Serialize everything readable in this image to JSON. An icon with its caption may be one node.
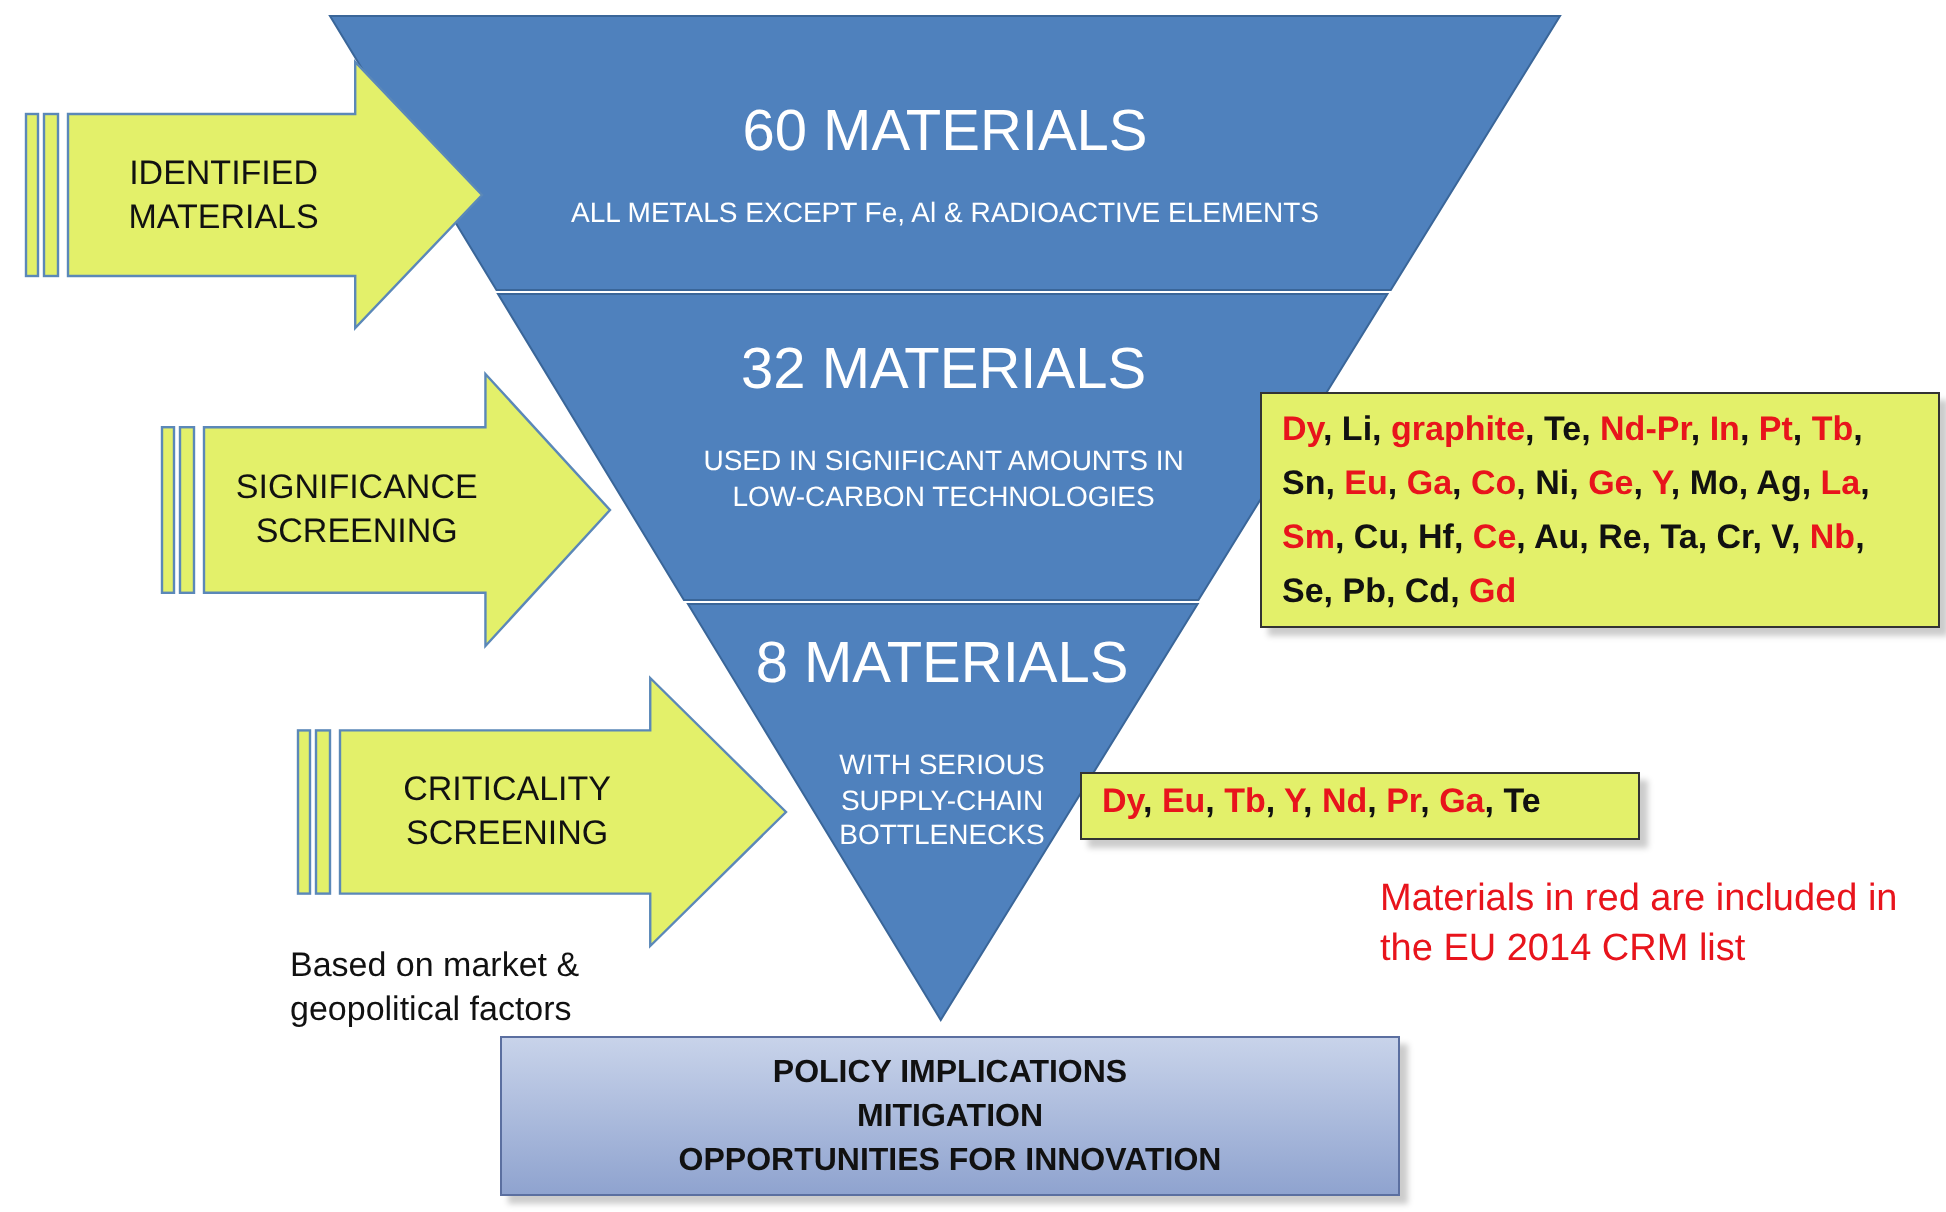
{
  "diagram": {
    "nodes": [
      {
        "text": [
          "60 MATERIALS",
          "ALL METALS EXCEPT Fe, Al & RADIOACTIVE ELEMENTS"
        ]
      },
      {
        "text": [
          "32 MATERIALS",
          "USED IN SIGNIFICANT AMOUNTS IN LOW-CARBON TECHNOLOGIES"
        ]
      },
      {
        "text": [
          "8 MATERIALS",
          "WITH SERIOUS SUPPLY-CHAIN BOTTLENECKS"
        ]
      },
      {
        "text": [
          "IDENTIFIED MATERIALS"
        ]
      },
      {
        "text": [
          "SIGNIFICANCE SCREENING"
        ]
      },
      {
        "text": [
          "CRITICALITY SCREENING"
        ],
        "beside": [
          "Based on market & geopolitical factors"
        ]
      },
      {
        "text": [
          "*Dy*, Li, *graphite*, Te, *Nd-Pr*, *In*, *Pt*, *Tb*, Sn, *Eu*, *Ga*, *Co*, Ni, *Ge*, *Y*, Mo, Ag, *La*, *Sm*, Cu, Hf, *Ce*, Au, Re, Ta, Cr, V, *Nb*, Se, Pb, Cd, *Gd*"
        ]
      },
      {
        "text": [
          "*Dy*, *Eu*, *Tb*, *Y*, *Nd*, *Pr*, *Ga*, Te"
        ]
      },
      {
        "text": [
          "POLICY IMPLICATIONS",
          "MITIGATION",
          "OPPORTUNITIES FOR INNOVATION"
        ]
      }
    ],
    "labels": [
      "Materials in red are included in the EU 2014 CRM list"
    ]
  }
}
